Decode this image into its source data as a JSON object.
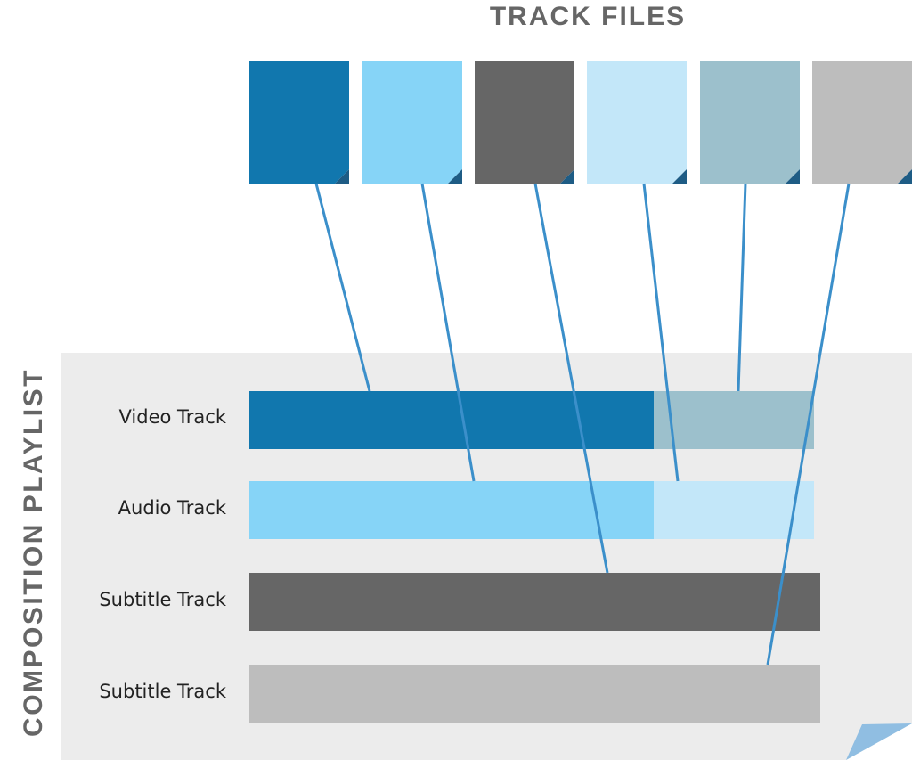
{
  "header": {
    "title": "TRACK FILES"
  },
  "playlist": {
    "label": "COMPOSITION PLAYLIST"
  },
  "colors": {
    "dark_blue": "#1177ae",
    "light_blue": "#86d4f7",
    "dark_gray": "#666666",
    "pale_blue": "#c3e7f9",
    "slate_blue": "#9cc0cc",
    "light_gray": "#bdbdbd",
    "connector": "#3b8fca",
    "panel": "#ececec"
  },
  "track_files": [
    {
      "color": "#1177ae"
    },
    {
      "color": "#86d4f7"
    },
    {
      "color": "#666666"
    },
    {
      "color": "#c3e7f9"
    },
    {
      "color": "#9cc0cc"
    },
    {
      "color": "#bdbdbd"
    }
  ],
  "tracks": [
    {
      "label": "Video Track"
    },
    {
      "label": "Audio Track"
    },
    {
      "label": "Subtitle Track"
    },
    {
      "label": "Subtitle Track"
    }
  ]
}
